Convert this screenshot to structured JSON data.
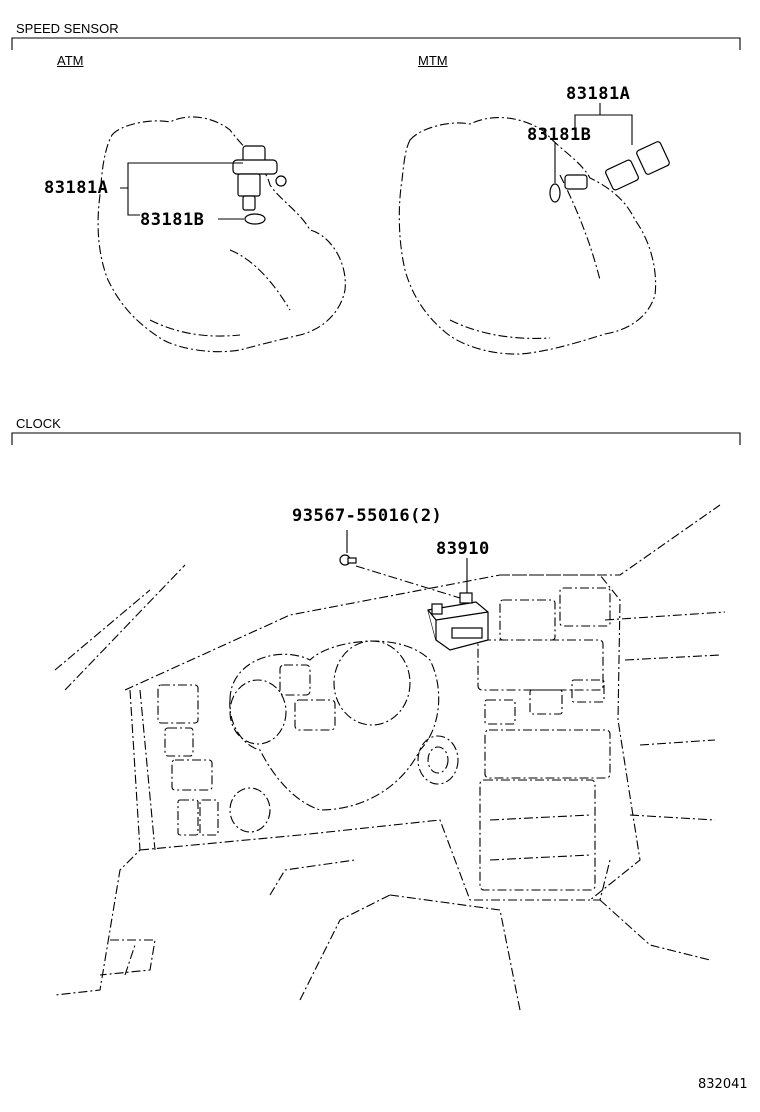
{
  "sections": {
    "speed_sensor": "SPEED SENSOR",
    "clock": "CLOCK"
  },
  "subsections": {
    "atm": "ATM",
    "mtm": "MTM"
  },
  "part_numbers": {
    "atm_sensor": "83181A",
    "atm_gasket": "83181B",
    "mtm_sensor": "83181A",
    "mtm_gasket": "83181B",
    "screw": "93567-55016(2)",
    "clock": "83910"
  },
  "diagram_code": "832041"
}
